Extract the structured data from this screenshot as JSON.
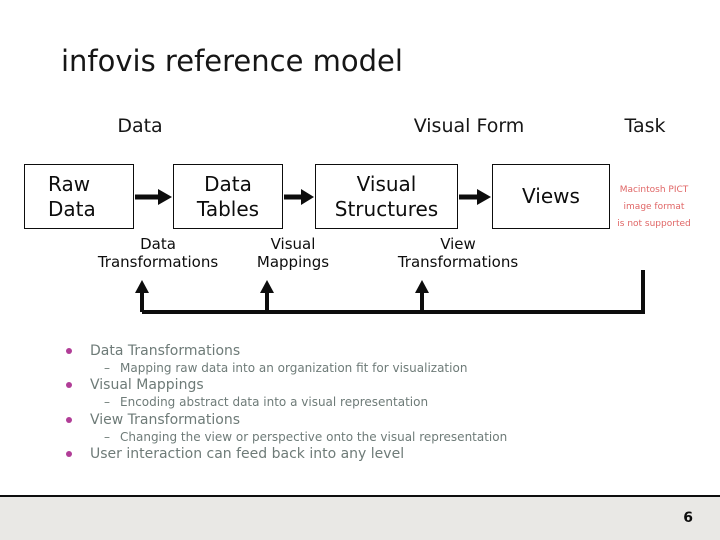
{
  "slide": {
    "title": "infovis reference model",
    "page_number": "6"
  },
  "diagram": {
    "column_headers": [
      {
        "label": "Data"
      },
      {
        "label": "Visual Form"
      },
      {
        "label": "Task"
      }
    ],
    "boxes": [
      {
        "name": "raw-data",
        "lines": [
          "Raw",
          "Data"
        ]
      },
      {
        "name": "data-tables",
        "lines": [
          "Data",
          "Tables"
        ]
      },
      {
        "name": "visual-structures",
        "lines": [
          "Visual",
          "Structures"
        ]
      },
      {
        "name": "views",
        "lines": [
          "Views"
        ]
      }
    ],
    "edge_labels": [
      {
        "lines": [
          "Data",
          "Transformations"
        ]
      },
      {
        "lines": [
          "Visual",
          "Mappings"
        ]
      },
      {
        "lines": [
          "View",
          "Transformations"
        ]
      }
    ],
    "pict_placeholder": {
      "lines": [
        "Macintosh PICT",
        "image format",
        "is not supported"
      ]
    }
  },
  "bullets": [
    {
      "label": "Data Transformations",
      "sub": "Mapping raw data into an organization fit for visualization"
    },
    {
      "label": "Visual Mappings",
      "sub": "Encoding abstract data into a visual representation"
    },
    {
      "label": "View Transformations",
      "sub": "Changing the view or perspective onto the visual representation"
    },
    {
      "label": "User interaction can feed back into any level"
    }
  ],
  "list": {
    "sub_glyph": "–"
  },
  "colors": {
    "bullet_dot": "#b13d97",
    "body_text": "#6e7b78",
    "pict_red": "#e06666",
    "footer_bg": "#e9e8e5",
    "line_black": "#0d0d0d"
  }
}
